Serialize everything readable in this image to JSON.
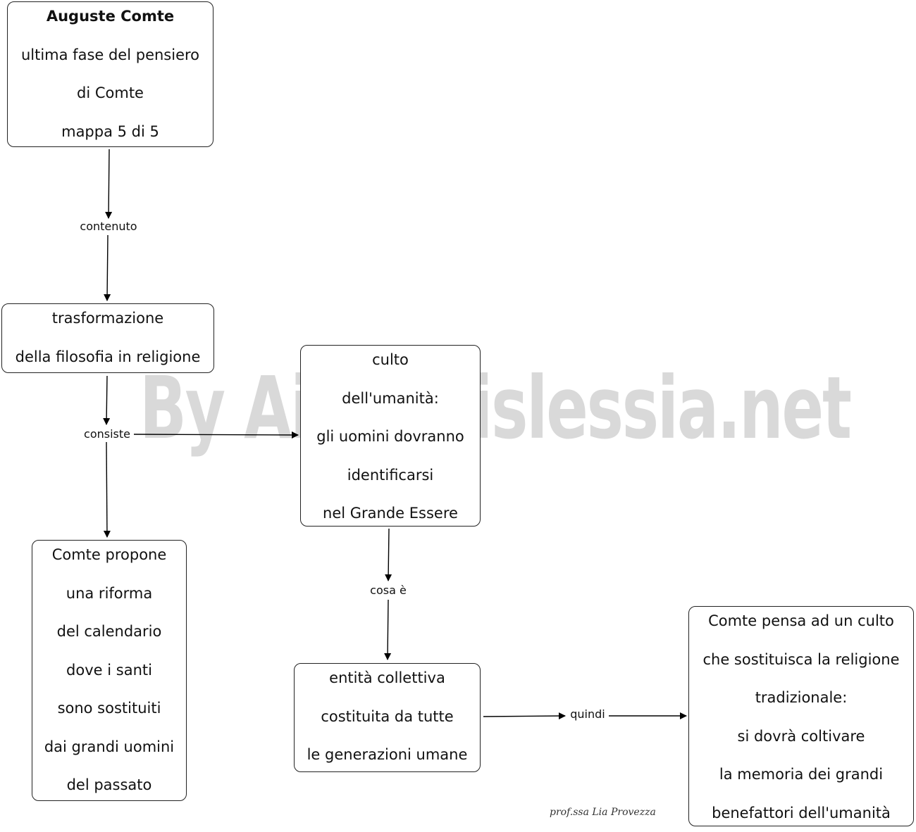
{
  "nodes": {
    "n1": {
      "lines": [
        "Auguste Comte",
        "ultima fase del pensiero",
        "di Comte",
        "mappa 5 di 5"
      ]
    },
    "n2": {
      "lines": [
        "trasformazione",
        "della filosofia in religione"
      ]
    },
    "n3": {
      "lines": [
        "culto",
        "dell'umanità:",
        "gli uomini dovranno",
        "identificarsi",
        "nel Grande Essere"
      ]
    },
    "n4": {
      "lines": [
        "Comte propone",
        "una riforma",
        "del calendario",
        "dove i santi",
        "sono sostituiti",
        "dai grandi uomini",
        "del passato"
      ]
    },
    "n5": {
      "lines": [
        "entità collettiva",
        "costituita da tutte",
        "le generazioni umane"
      ]
    },
    "n6": {
      "lines": [
        "Comte pensa ad un culto",
        "che sostituisca la religione",
        "tradizionale:",
        "si dovrà coltivare",
        "la memoria dei grandi",
        "benefattori dell'umanità"
      ]
    }
  },
  "links": {
    "contenuto": "contenuto",
    "consiste": "consiste",
    "cosa_e": "cosa è",
    "quindi": "quindi"
  },
  "watermark": "By AiutoDislessia.net",
  "signature": "prof.ssa Lia Provezza"
}
